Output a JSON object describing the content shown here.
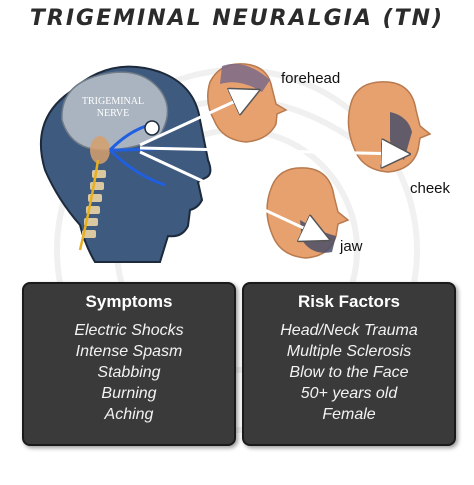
{
  "title": "TRIGEMINAL NEURALGIA (TN)",
  "nerve_label": "TRIGEMINAL NERVE",
  "face_labels": {
    "forehead": "forehead",
    "cheek": "cheek",
    "jaw": "jaw"
  },
  "symptoms": {
    "heading": "Symptoms",
    "items": [
      "Electric Shocks",
      "Intense Spasm",
      "Stabbing",
      "Burning",
      "Aching"
    ]
  },
  "risk_factors": {
    "heading": "Risk Factors",
    "items": [
      "Head/Neck Trauma",
      "Multiple Sclerosis",
      "Blow to the Face",
      "50+ years old",
      "Female"
    ]
  },
  "colors": {
    "head": "#3e5a7e",
    "brain": "#a9b4c0",
    "skin": "#e7a16f",
    "nerve": "#1f5fe0",
    "panel": "#3a3a3a"
  }
}
